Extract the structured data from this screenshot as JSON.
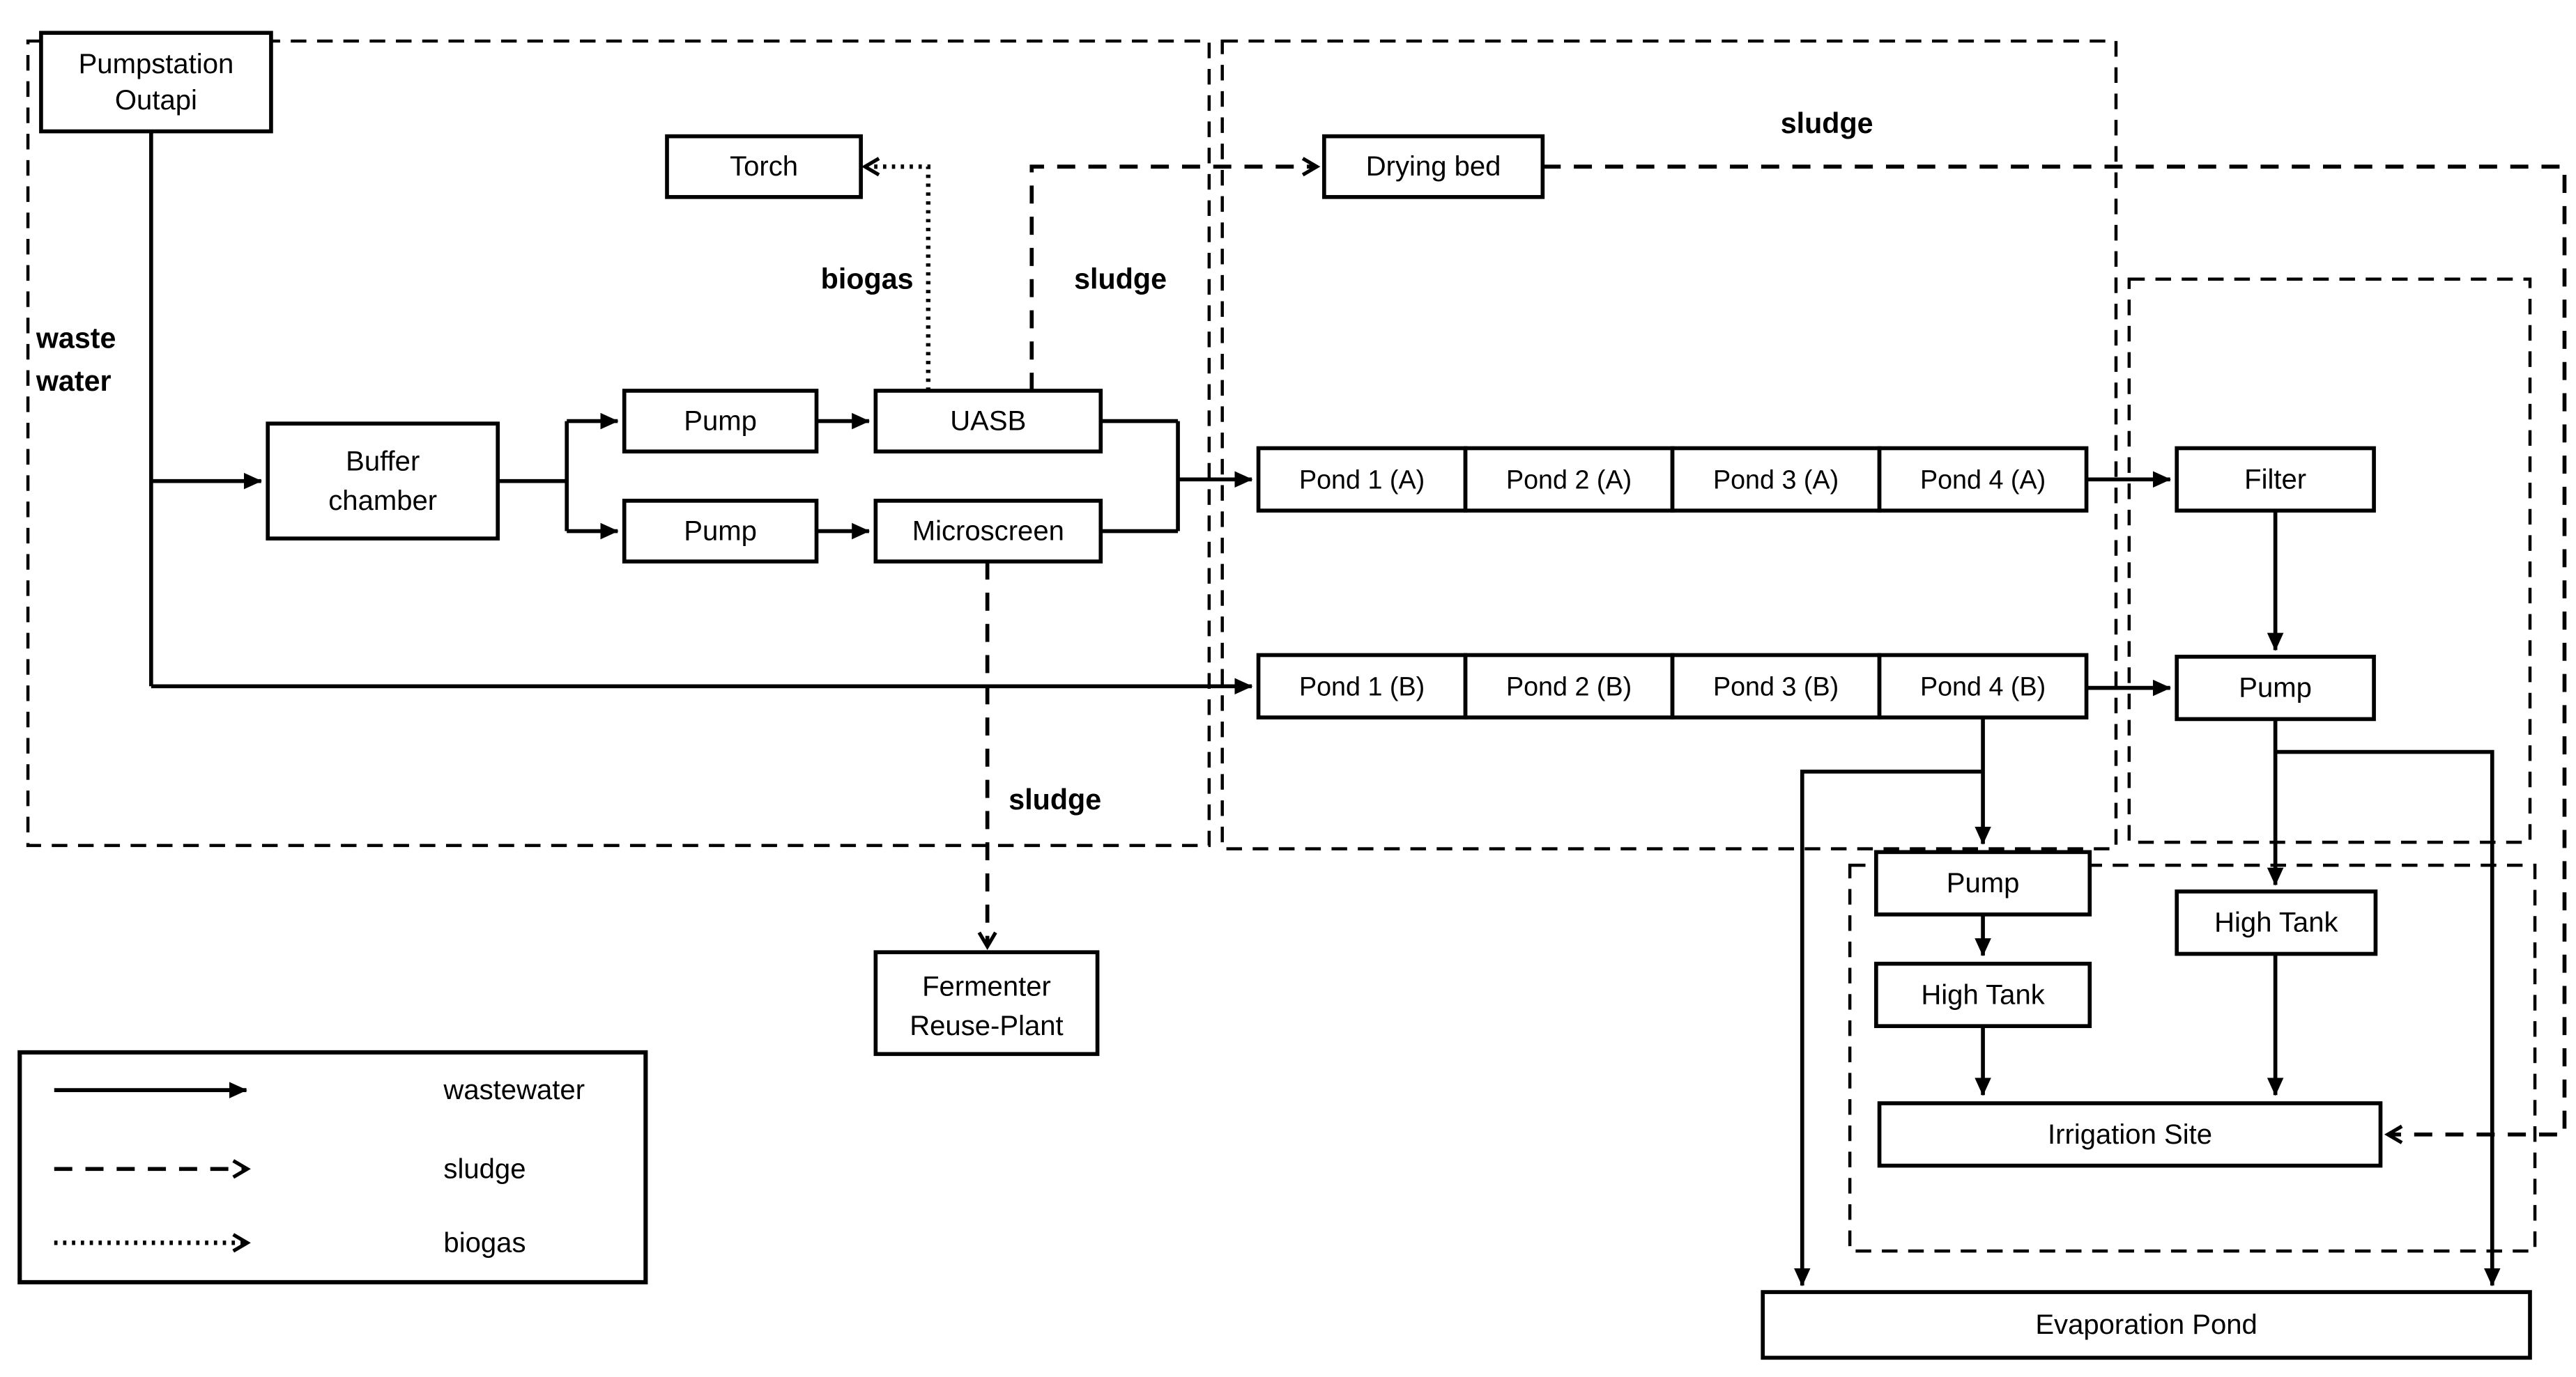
{
  "colors": {
    "ink": "#000000",
    "paper": "#ffffff"
  },
  "nodes": {
    "pumpstation": {
      "line1": "Pumpstation",
      "line2": "Outapi"
    },
    "torch": {
      "label": "Torch"
    },
    "buffer_chamber": {
      "line1": "Buffer",
      "line2": "chamber"
    },
    "pump_uasb": {
      "label": "Pump"
    },
    "uasb": {
      "label": "UASB"
    },
    "pump_microscreen": {
      "label": "Pump"
    },
    "microscreen": {
      "label": "Microscreen"
    },
    "drying_bed": {
      "label": "Drying bed"
    },
    "pond_a": {
      "cells": [
        "Pond 1 (A)",
        "Pond 2 (A)",
        "Pond 3 (A)",
        "Pond 4 (A)"
      ]
    },
    "pond_b": {
      "cells": [
        "Pond 1 (B)",
        "Pond 2 (B)",
        "Pond 3 (B)",
        "Pond 4 (B)"
      ]
    },
    "filter": {
      "label": "Filter"
    },
    "pump_right": {
      "label": "Pump"
    },
    "pump_irrigation": {
      "label": "Pump"
    },
    "high_tank_left": {
      "label": "High Tank"
    },
    "high_tank_right": {
      "label": "High Tank"
    },
    "irrigation_site": {
      "label": "Irrigation Site"
    },
    "fermenter": {
      "line1": "Fermenter",
      "line2": "Reuse-Plant"
    },
    "evaporation_pond": {
      "label": "Evaporation Pond"
    }
  },
  "flow_labels": {
    "waste_water_line1": "waste",
    "waste_water_line2": "water",
    "biogas": "biogas",
    "sludge_uasb": "sludge",
    "sludge_drying": "sludge",
    "sludge_microscreen": "sludge"
  },
  "legend": {
    "items": [
      {
        "style": "solid",
        "label": "wastewater"
      },
      {
        "style": "dashed",
        "label": "sludge"
      },
      {
        "style": "dotted",
        "label": "biogas"
      }
    ]
  }
}
